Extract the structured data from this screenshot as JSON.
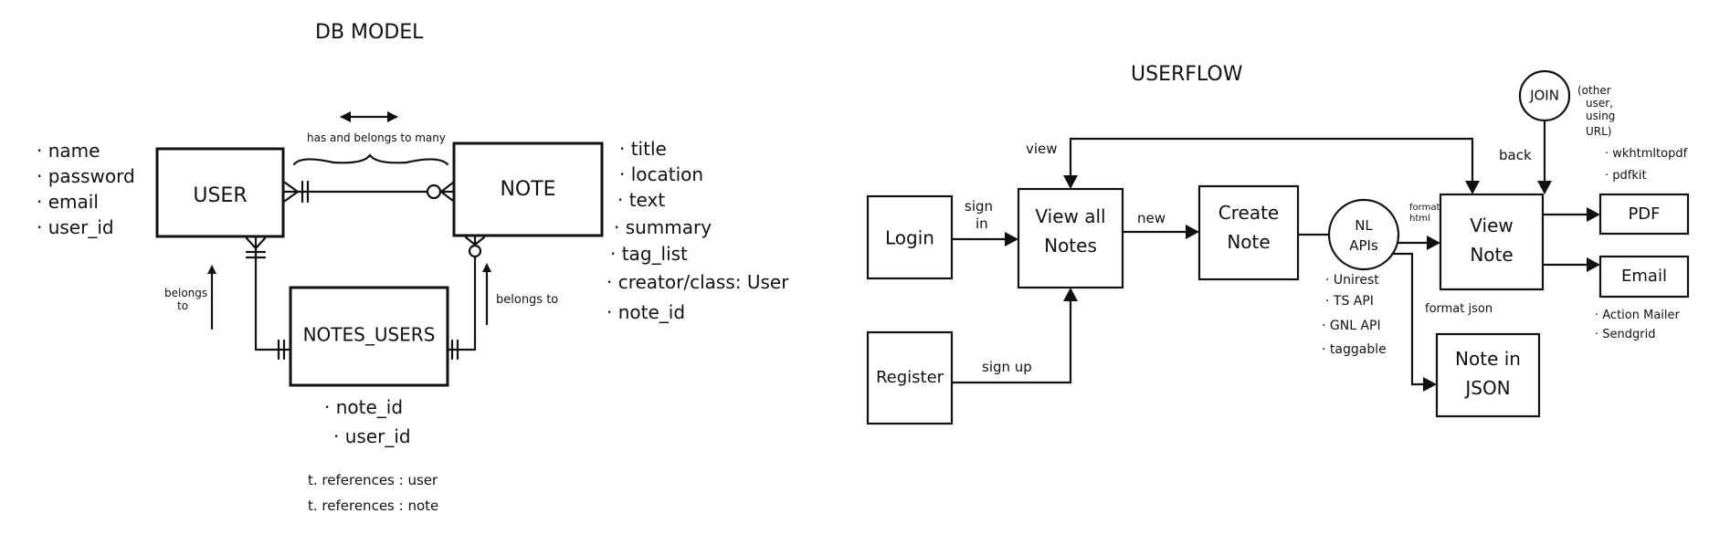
{
  "db_model": {
    "title": "DB MODEL",
    "relation_label": "has and belongs to many",
    "user_box": "USER",
    "note_box": "NOTE",
    "notes_users_box": "NOTES_USERS",
    "user_attrs": [
      "· name",
      "· password",
      "· email",
      "· user_id"
    ],
    "note_attrs": [
      "· title",
      "· location",
      "· text",
      "· summary",
      "· tag_list",
      "· creator/class: User",
      "· note_id"
    ],
    "notes_users_attrs": [
      "· note_id",
      "· user_id"
    ],
    "belongs_to_left": [
      "belongs",
      "to"
    ],
    "belongs_to_right": "belongs to",
    "references": [
      "t. references : user",
      "t. references : note"
    ]
  },
  "userflow": {
    "title": "USERFLOW",
    "login": "Login",
    "register": "Register",
    "view_all_notes": [
      "View all",
      "Notes"
    ],
    "create_note": [
      "Create",
      "Note"
    ],
    "nl_apis": [
      "NL",
      "APIs"
    ],
    "view_note": [
      "View",
      "Note"
    ],
    "note_json": [
      "Note in",
      "JSON"
    ],
    "pdf": "PDF",
    "email": "Email",
    "join": "JOIN",
    "join_note": [
      "(other",
      "user,",
      "using",
      "URL)"
    ],
    "sign_in": [
      "sign",
      "in"
    ],
    "sign_up": "sign up",
    "new": "new",
    "view": "view",
    "back": "back",
    "format_html": [
      "format",
      "html"
    ],
    "format_json": "format json",
    "api_list": [
      "· Unirest",
      "· TS API",
      "· GNL API",
      "· taggable"
    ],
    "pdf_libs": [
      "· wkhtmltopdf",
      "· pdfkit"
    ],
    "email_libs": [
      "· Action Mailer",
      "· Sendgrid"
    ]
  }
}
